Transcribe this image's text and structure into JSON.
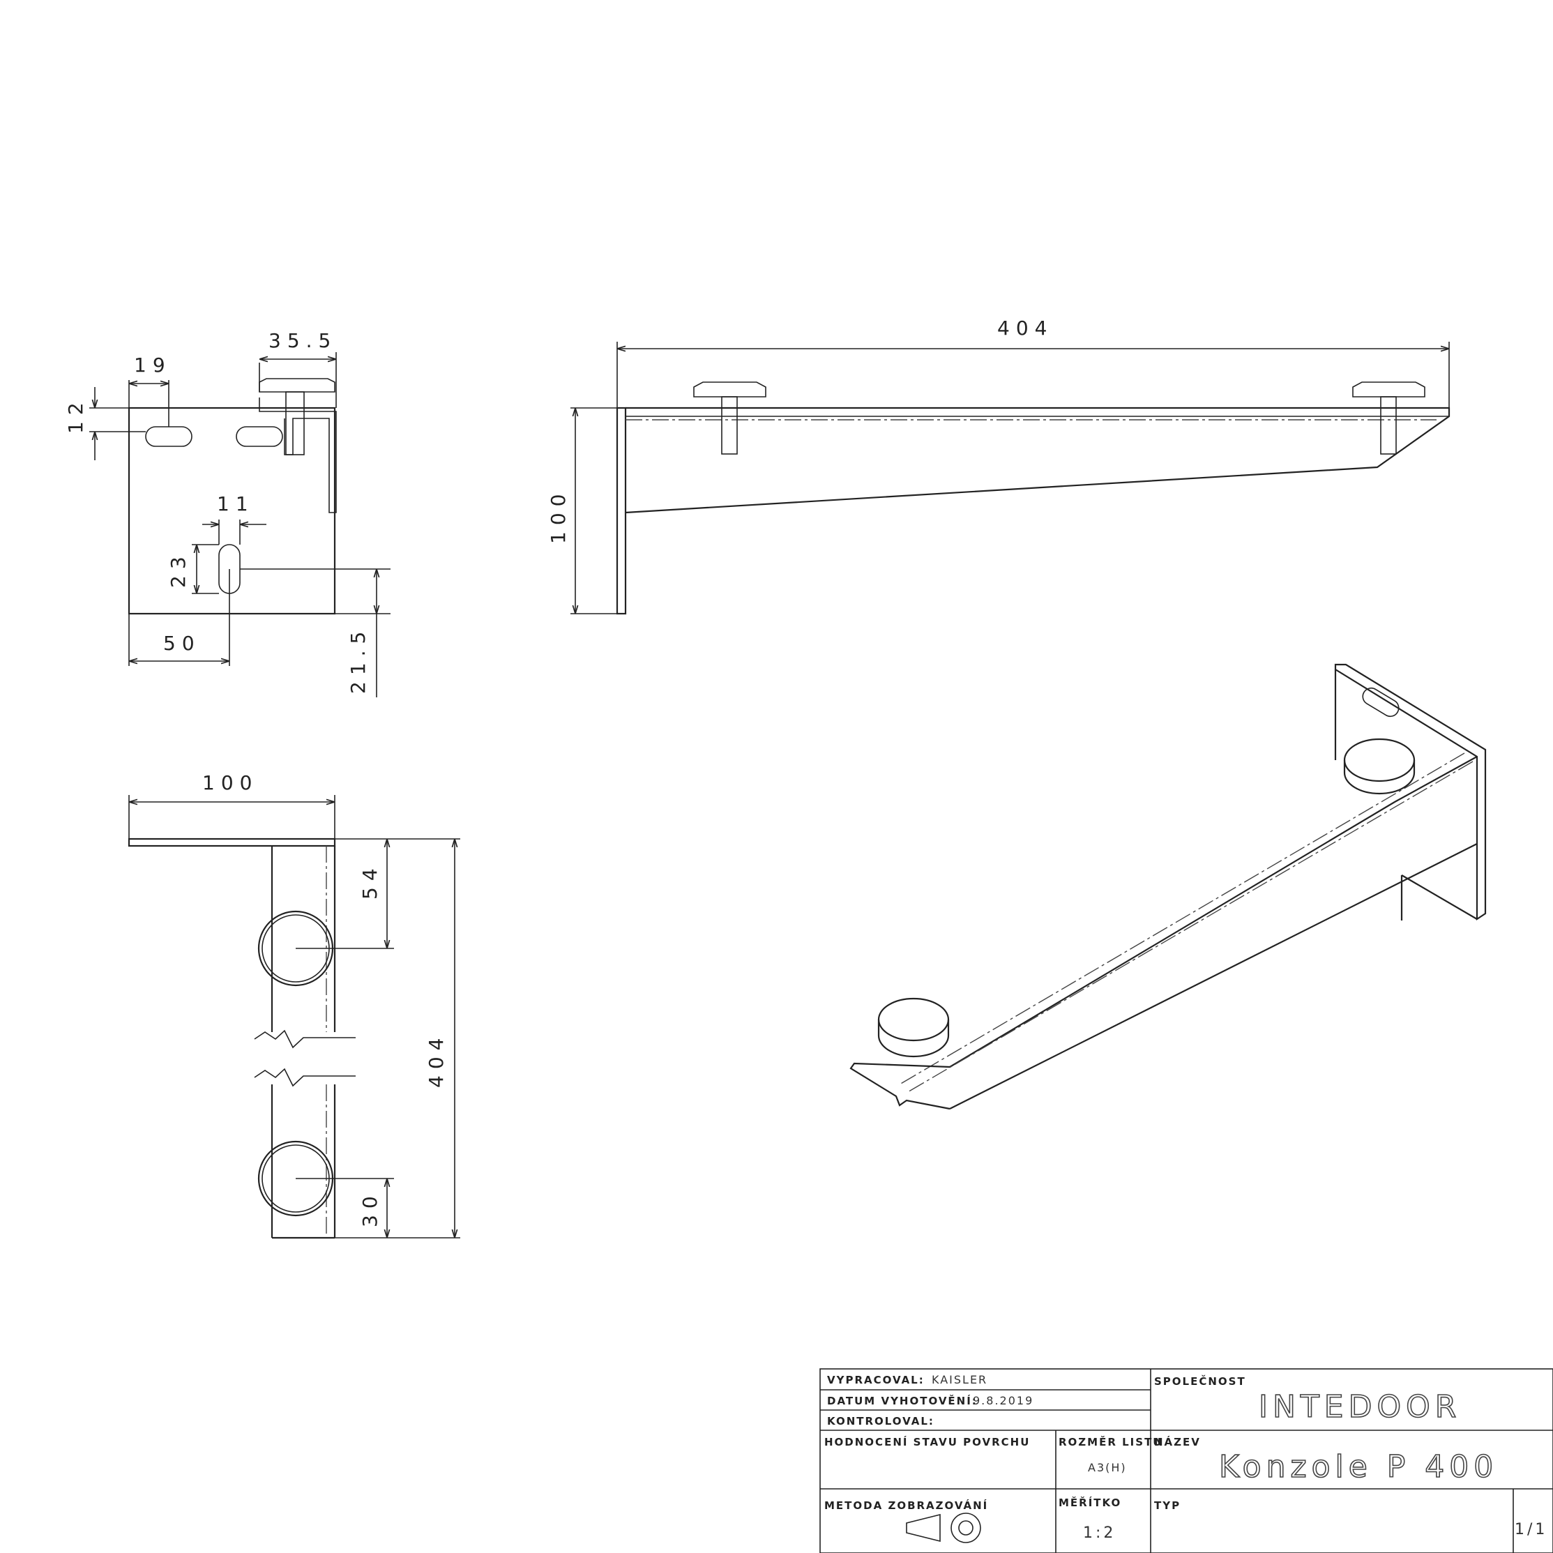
{
  "views": {
    "side_view": {
      "dimensions": {
        "width_top": "35.5",
        "slot_offset": "19",
        "slot_height": "12",
        "slot_width": "11",
        "slot_length": "23",
        "slot_x": "50",
        "slot_y": "21.5"
      }
    },
    "front_view": {
      "dimensions": {
        "length": "404",
        "height": "100"
      }
    },
    "top_view": {
      "dimensions": {
        "width": "100",
        "length": "404",
        "pad_offset_top": "54",
        "pad_offset_bottom": "30"
      }
    }
  },
  "title_block": {
    "drawn_by_label": "VYPRACOVAL:",
    "drawn_by": "KAISLER",
    "date_label": "DATUM VYHOTOVĚNÍ:",
    "date": "9.8.2019",
    "checked_label": "KONTROLOVAL:",
    "company_label": "SPOLEČNOST",
    "company": "INTEDOOR",
    "surface_label": "HODNOCENÍ STAVU POVRCHU",
    "sheet_size_label": "ROZMĚR LISTU",
    "sheet_size": "A3(H)",
    "name_label": "NÁZEV",
    "name": "Konzole P 400",
    "projection_label": "METODA ZOBRAZOVÁNÍ",
    "scale_label": "MĚŘÍTKO",
    "scale": "1:2",
    "type_label": "TYP",
    "sheet": "1/1"
  }
}
